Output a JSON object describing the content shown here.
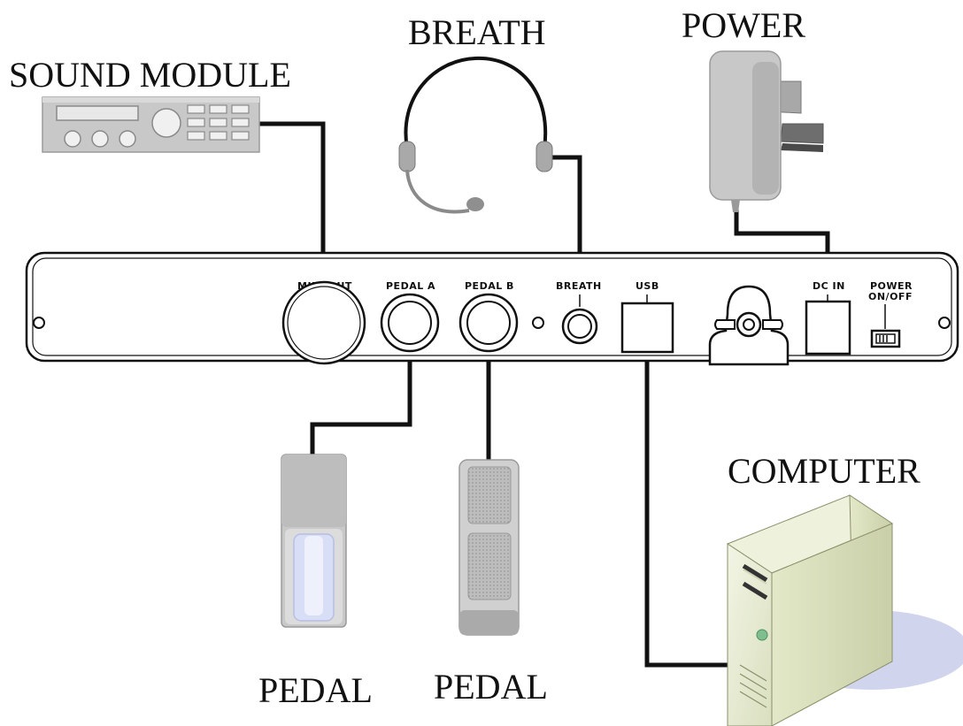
{
  "labels": {
    "sound_module": "SOUND MODULE",
    "breath": "BREATH",
    "power": "POWER",
    "computer": "COMPUTER",
    "pedal_left": "PEDAL",
    "pedal_right": "PEDAL"
  },
  "panel": {
    "midi_out": "MIDI OUT",
    "pedal_a": "PEDAL A",
    "pedal_b": "PEDAL B",
    "breath": "BREATH",
    "usb": "USB",
    "dc_in": "DC IN",
    "power_line1": "POWER",
    "power_line2": "ON/OFF"
  },
  "colors": {
    "cable": "#111111",
    "device_gray": "#c8c8c8",
    "computer_case": "#e6ecd2",
    "computer_shadow": "#c9cdea",
    "pedal_blue": "#d8def5"
  }
}
